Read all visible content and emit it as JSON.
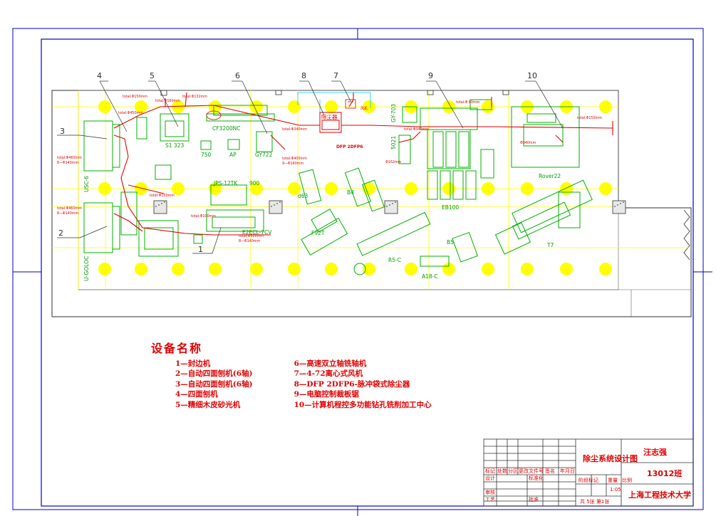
{
  "callouts": [
    "1",
    "2",
    "3",
    "4",
    "5",
    "6",
    "7",
    "8",
    "9",
    "10"
  ],
  "machine_labels": {
    "cf3200nc": "CF3200NC",
    "s1323": "S1 323",
    "m750": "750",
    "ap": "AP",
    "gy722": "GY722",
    "jps12tk": "JPS-12TK",
    "n900": "900",
    "b4": "B4",
    "d63": "d63",
    "f92t": "F92T",
    "r5c": "R5-C",
    "a18c": "A18-C",
    "b5": "B5",
    "t7": "T7",
    "eb100": "EB100",
    "rover22": "Rover22",
    "ecl7cv": "E2ECL-7CV",
    "usc_top": "USC-6",
    "usc_bottom": "U-GOLOC",
    "gy703": "GY-703",
    "n5021": "5021",
    "dust": "除尘器",
    "fan_label": "风机",
    "dfp": "DFP 2DFP6"
  },
  "duct_notes": {
    "n1": "total:Φ150mm",
    "n2": "total:Φ132mm",
    "n3": "total:Φ160mm",
    "n4": "total:Φ450mm",
    "n5": "total:Φ460mm",
    "n6": "8—Φ140mm",
    "n7": "total:Φ460mm",
    "n8": "8—Φ140mm",
    "n9": "total:Φ150mm",
    "n10": "total:Φ100mm",
    "n11": "total:Φ320mm",
    "n12": "8—Φ140mm",
    "n13": "total:Φ340mm",
    "n14": "total:Φ400mm",
    "n15": "9—Φ160mm",
    "n16": "total:Φ340mm",
    "n17": "Φ162mm",
    "n18": "total:Φ 60mm",
    "n19": "total:Φ150mm",
    "n20": "Φ340mm"
  },
  "legend": {
    "title": "设备名称",
    "left": [
      "1—封边机",
      "2—自动四面刨机(6轴)",
      "3—自动四面刨机(6轴)",
      "4—四面刨机",
      "5—精细木皮砂光机"
    ],
    "right": [
      "6—高速双立轴铣轴机",
      "7—4-72离心式风机",
      "8—DFP 2DFP6-脉冲袋式除尘器",
      "9—电脑控制裁板锯",
      "10—计算机程控多功能钻孔铣削加工中心"
    ]
  },
  "title_block": {
    "drawing_name": "除尘系统设计图",
    "designer": "汪志强",
    "class_no": "13012班",
    "school": "上海工程技术大学",
    "scale": "1:05",
    "sheet": "共 5张 第1张",
    "row_labels": [
      "标记",
      "处数",
      "分区",
      "更改文件号",
      "签名",
      "年月日"
    ],
    "design": "设计",
    "standard": "标准化",
    "review": "审核",
    "process": "工艺",
    "approve": "批准",
    "stage": "阶段标记",
    "weight": "重量",
    "ratio": "比例"
  },
  "colors": {
    "border": "#0000cc",
    "machine": "#00b000",
    "duct": "#e00000",
    "grid": "#ffff00",
    "column": "#ffff00",
    "dim": "#00c8ff",
    "outline": "#303030"
  }
}
